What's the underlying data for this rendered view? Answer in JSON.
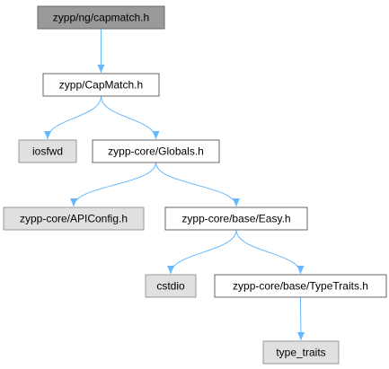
{
  "colors": {
    "focus_fill": "#999999",
    "normal_fill": "#ffffff",
    "external_fill": "#e0e0e0",
    "border": "#666666",
    "external_border": "#999999",
    "edge": "#63b8ff"
  },
  "nodes": [
    {
      "id": "capmatch-h",
      "label": "zypp/ng/capmatch.h",
      "kind": "focus"
    },
    {
      "id": "CapMatch-h",
      "label": "zypp/CapMatch.h",
      "kind": "normal"
    },
    {
      "id": "iosfwd",
      "label": "iosfwd",
      "kind": "external"
    },
    {
      "id": "Globals-h",
      "label": "zypp-core/Globals.h",
      "kind": "normal"
    },
    {
      "id": "APIConfig-h",
      "label": "zypp-core/APIConfig.h",
      "kind": "external"
    },
    {
      "id": "Easy-h",
      "label": "zypp-core/base/Easy.h",
      "kind": "normal"
    },
    {
      "id": "cstdio",
      "label": "cstdio",
      "kind": "external"
    },
    {
      "id": "TypeTraits-h",
      "label": "zypp-core/base/TypeTraits.h",
      "kind": "normal"
    },
    {
      "id": "type_traits",
      "label": "type_traits",
      "kind": "external"
    }
  ],
  "edges": [
    {
      "from": "capmatch-h",
      "to": "CapMatch-h"
    },
    {
      "from": "CapMatch-h",
      "to": "iosfwd"
    },
    {
      "from": "CapMatch-h",
      "to": "Globals-h"
    },
    {
      "from": "Globals-h",
      "to": "APIConfig-h"
    },
    {
      "from": "Globals-h",
      "to": "Easy-h"
    },
    {
      "from": "Easy-h",
      "to": "cstdio"
    },
    {
      "from": "Easy-h",
      "to": "TypeTraits-h"
    },
    {
      "from": "TypeTraits-h",
      "to": "type_traits"
    }
  ]
}
